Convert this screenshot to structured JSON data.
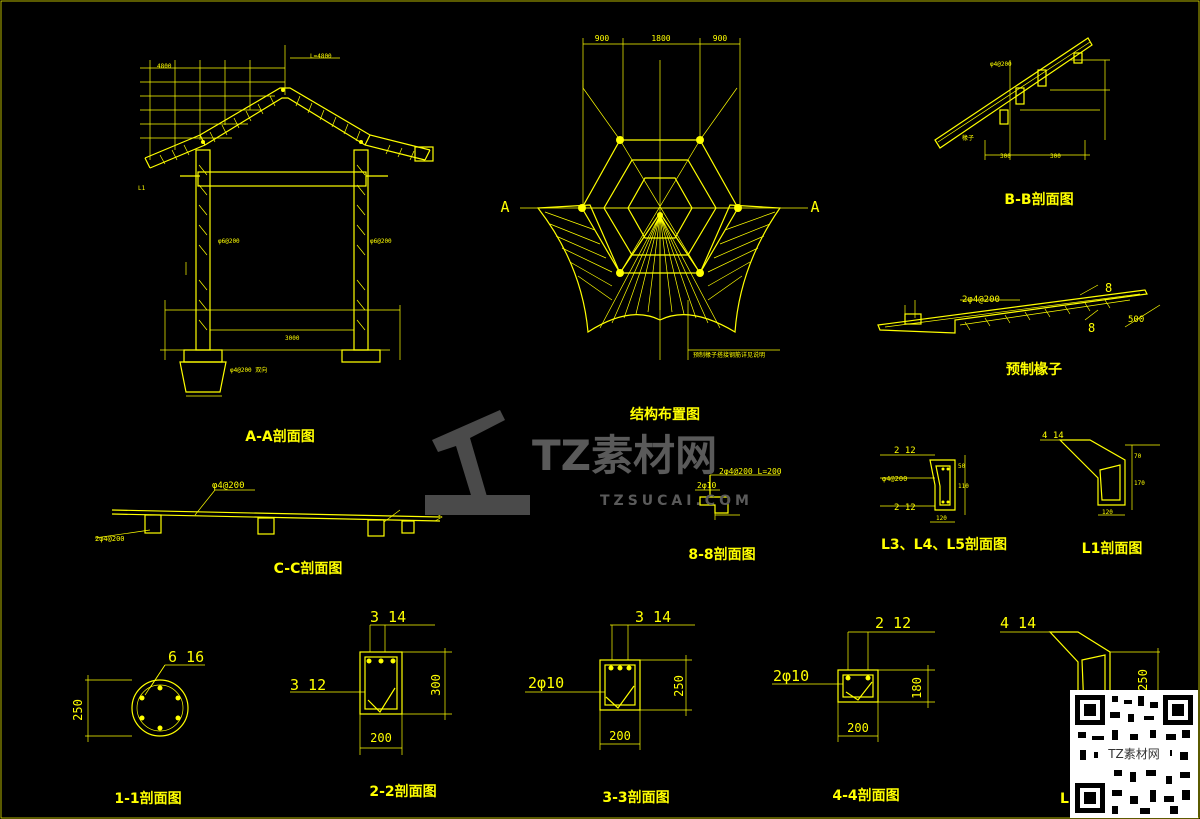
{
  "sections": {
    "aa": "A-A剖面图",
    "structure": "结构布置图",
    "bb": "B-B剖面图",
    "rafter": "预制椽子",
    "cc": "C-C剖面图",
    "s88": "8-8剖面图",
    "l345": "L3、L4、L5剖面图",
    "l1": "L1剖面图",
    "s11": "1-1剖面图",
    "s22": "2-2剖面图",
    "s33": "3-3剖面图",
    "s44": "4-4剖面图",
    "l2": "L"
  },
  "dims": {
    "plan_left": "900",
    "plan_mid": "1800",
    "plan_right": "900",
    "axis_a_left": "A",
    "axis_a_right": "A",
    "rafter_rebar": "2φ4@200",
    "rafter_8a": "8",
    "rafter_8b": "8",
    "rafter_500": "500",
    "cc_rebar_top": "φ4@200",
    "cc_rebar_bot": "2φ4@200",
    "s88_rebar": "2φ4@200  L=200",
    "s88_phi": "2φ10",
    "l345_top": "2 12",
    "l345_mid": "φ4@200",
    "l345_bot": "2 12",
    "l1_top": "4 14",
    "s11_bar": "6 16",
    "s11_h": "250",
    "s22_top": "3 14",
    "s22_left": "3 12",
    "s22_h": "300",
    "s22_w": "200",
    "s33_top": "3 14",
    "s33_left": "2φ10",
    "s33_h": "250",
    "s33_w": "200",
    "s44_top": "2 12",
    "s44_left": "2φ10",
    "s44_h": "180",
    "s44_w": "200",
    "l2_top": "4 14",
    "l2_h": "250"
  },
  "watermark": {
    "brand": "TZ素材网",
    "url": "TZSUCAI.COM",
    "qr_caption": "TZ素材网"
  }
}
